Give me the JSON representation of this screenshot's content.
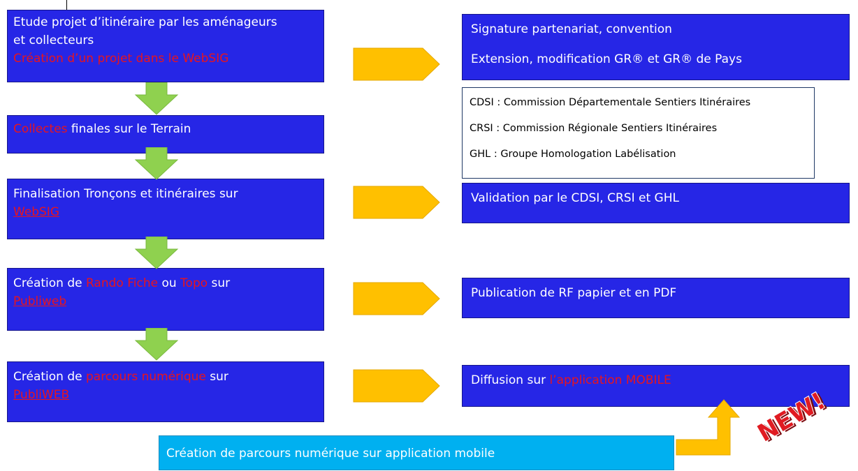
{
  "left_boxes": [
    {
      "line1": "Etude projet d’itinéraire par les aménageurs",
      "line2": "et collecteurs",
      "line3": "Création d’un projet dans le WebSIG"
    },
    {
      "red": "Collectes",
      "rest": " finales sur le Terrain"
    },
    {
      "line1": "Finalisation Tronçons et itinéraires sur",
      "link": "WebSIG"
    },
    {
      "pre": "Création de ",
      "red1": "Rando Fiche",
      "mid": " ou ",
      "red2": "Topo",
      "post": " sur",
      "link": "Publiweb"
    },
    {
      "pre": "Création de ",
      "red": "parcours numérique",
      "post": " sur",
      "link": "PubliWEB"
    }
  ],
  "right_boxes": [
    {
      "line1": "Signature partenariat, convention",
      "line2": "Extension, modification GR® et GR® de Pays"
    },
    {
      "text": "Validation par le CDSI, CRSI et GHL"
    },
    {
      "text": "Publication de RF papier et en PDF"
    },
    {
      "pre": "Diffusion sur ",
      "red": "l’application MOBILE"
    }
  ],
  "legend": [
    "CDSI : Commission Départementale Sentiers Itinéraires",
    "CRSI : Commission Régionale Sentiers Itinéraires",
    "GHL : Groupe Homologation Labélisation"
  ],
  "bottom_box": "Création de parcours numérique sur application mobile",
  "badge": "NEW!",
  "colors": {
    "box": "#2626e6",
    "red_text": "#e8141e",
    "arrow_orange": "#ffc000",
    "arrow_green": "#8fd14f",
    "cyan": "#00b0f0",
    "badge": "#e01b22"
  }
}
